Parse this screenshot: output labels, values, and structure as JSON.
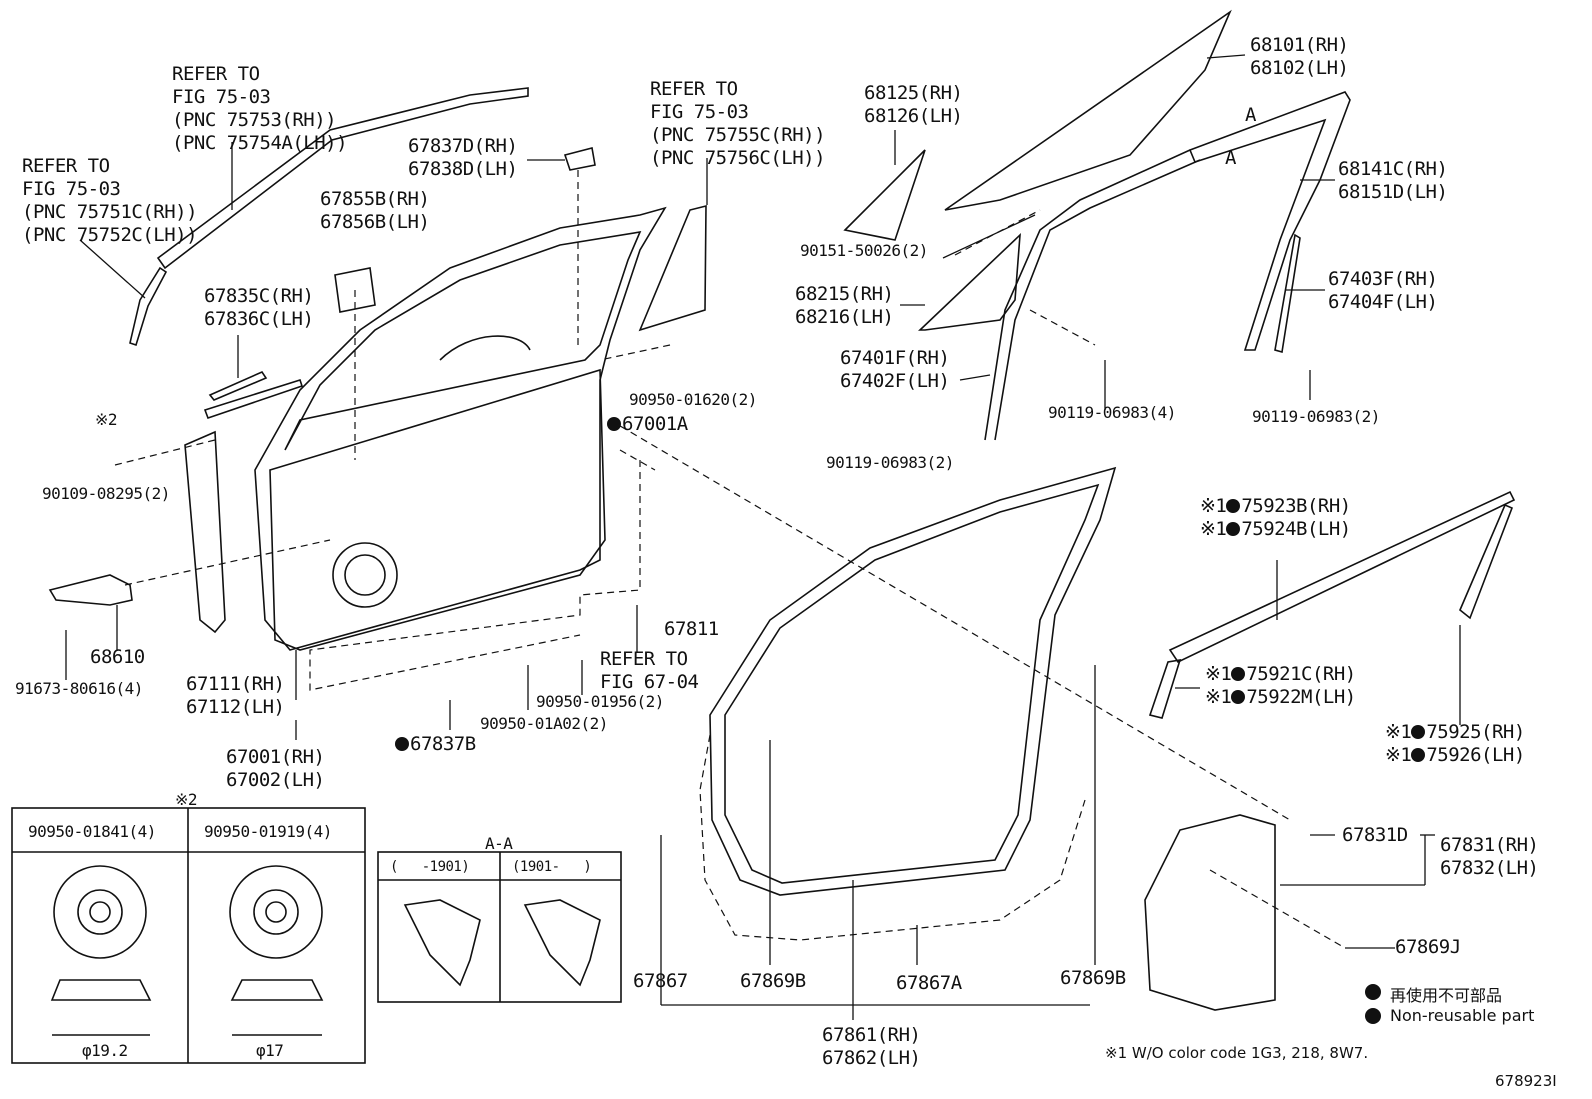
{
  "labels": {
    "refer_7503_rh": [
      "REFER TO",
      "FIG 75-03",
      "(PNC 75753(RH))",
      "(PNC 75754A(LH))"
    ],
    "refer_7503_lh": [
      "REFER TO",
      "FIG 75-03",
      "(PNC 75751C(RH))",
      "(PNC 75752C(LH))"
    ],
    "refer_7503_mid": [
      "REFER TO",
      "FIG 75-03",
      "(PNC 75755C(RH))",
      "(PNC 75756C(LH))"
    ],
    "p67837D": [
      "67837D(RH)",
      "67838D(LH)"
    ],
    "p67855B": [
      "67855B(RH)",
      "67856B(LH)"
    ],
    "p67835C": [
      "67835C(RH)",
      "67836C(LH)"
    ],
    "p68101": [
      "68101(RH)",
      "68102(LH)"
    ],
    "p68125": [
      "68125(RH)",
      "68126(LH)"
    ],
    "p68141C": [
      "68141C(RH)",
      "68151D(LH)"
    ],
    "p90151": "90151-50026(2)",
    "p68215": [
      "68215(RH)",
      "68216(LH)"
    ],
    "p67403F": [
      "67403F(RH)",
      "67404F(LH)"
    ],
    "p67401F": [
      "67401F(RH)",
      "67402F(LH)"
    ],
    "p90119_4": "90119-06983(4)",
    "p90119_2a": "90119-06983(2)",
    "p90119_2b": "90119-06983(2)",
    "p90950_01620": "90950-01620(2)",
    "p67001A": "67001A",
    "note2_top": "※2",
    "p90109": "90109-08295(2)",
    "p68610": "68610",
    "p91673": "91673-80616(4)",
    "p67111": [
      "67111(RH)",
      "67112(LH)"
    ],
    "p67001": [
      "67001(RH)",
      "67002(LH)"
    ],
    "p67837B": "67837B",
    "p90950_01A02": "90950-01A02(2)",
    "p90950_01956": "90950-01956(2)",
    "refer_6704": [
      "REFER TO",
      "FIG 67-04"
    ],
    "p67811": "67811",
    "p75923B": [
      "※1",
      "75923B(RH)",
      "※1",
      "75924B(LH)"
    ],
    "p75921C": [
      "※1",
      "75921C(RH)",
      "※1",
      "75922M(LH)"
    ],
    "p75925": [
      "※1",
      "75925(RH)",
      "※1",
      "75926(LH)"
    ],
    "p67831D": "67831D",
    "p67831": [
      "67831(RH)",
      "67832(LH)"
    ],
    "p67869J": "67869J",
    "p67867": "67867",
    "p67869B_1": "67869B",
    "p67867A": "67867A",
    "p67869B_2": "67869B",
    "p67861": [
      "67861(RH)",
      "67862(LH)"
    ],
    "aa": "A-A",
    "aa_left": "(   -1901)",
    "aa_right": "(1901-   )",
    "arrow_a1": "A",
    "arrow_a2": "A",
    "note2_box": "※2",
    "grommet_a": "90950-01841(4)",
    "grommet_b": "90950-01919(4)",
    "dim_a": "φ19.2",
    "dim_b": "φ17"
  },
  "legend": {
    "non_reusable_jp": "再使用不可部品",
    "non_reusable_en": "Non-reusable part",
    "note1": "※1 W/O color code 1G3, 218, 8W7."
  },
  "figure_id": "678923I"
}
